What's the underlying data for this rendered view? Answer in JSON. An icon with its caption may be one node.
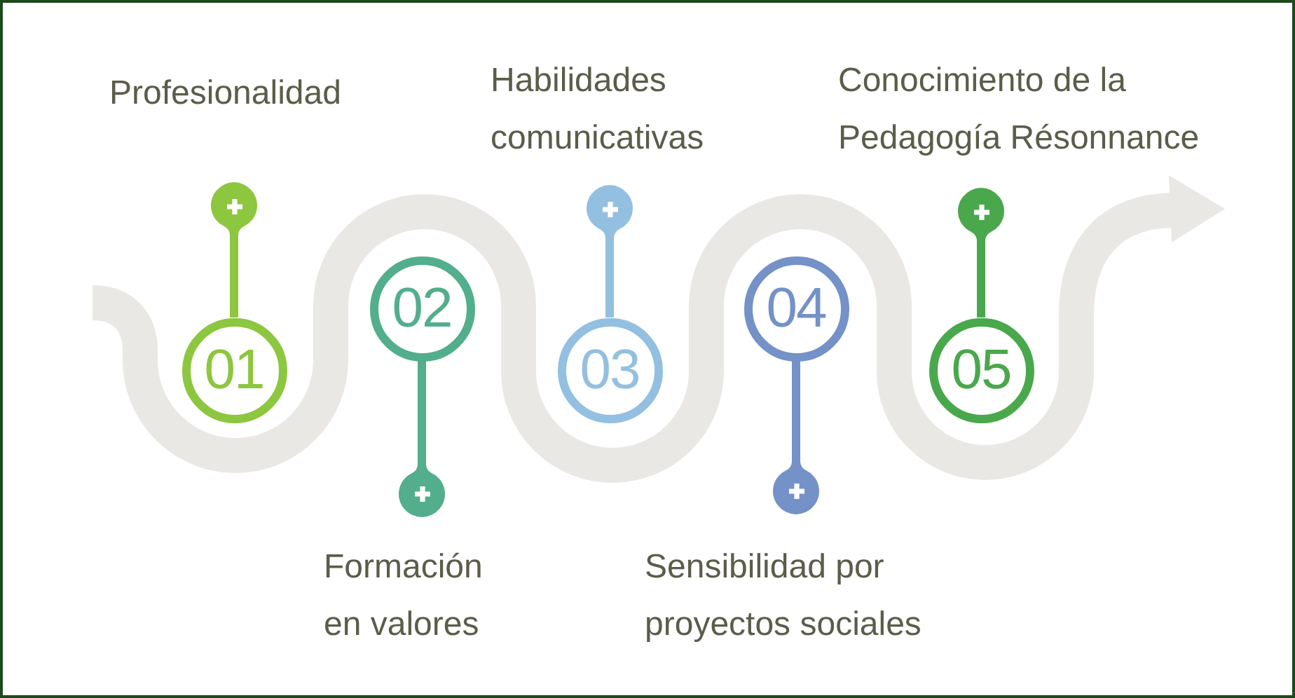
{
  "diagram": {
    "nodes": [
      {
        "text": [
          "01"
        ]
      },
      {
        "text": [
          "02"
        ]
      },
      {
        "text": [
          "03"
        ]
      },
      {
        "text": [
          "04"
        ]
      },
      {
        "text": [
          "05"
        ]
      },
      {
        "text": [],
        "shape": "circle",
        "beside": [
          "Profesionalidad"
        ]
      },
      {
        "text": [],
        "shape": "circle",
        "beside": [
          "Formación en valores"
        ]
      },
      {
        "text": [],
        "shape": "circle",
        "beside": [
          "Habilidades comunicativas"
        ]
      },
      {
        "text": [],
        "shape": "circle",
        "beside": [
          "Sensibilidad por proyectos sociales"
        ]
      },
      {
        "text": [],
        "shape": "circle",
        "beside": [
          "Conocimiento de la Pedagogía Résonnance"
        ]
      }
    ],
    "edges": [
      {
        "from": 0,
        "to": 5,
        "arrow": "none",
        "color": "#8dc63f"
      },
      {
        "from": 1,
        "to": 6,
        "arrow": "none",
        "color": "#52ae8c"
      },
      {
        "from": 2,
        "to": 7,
        "arrow": "none",
        "color": "#93c0e0"
      },
      {
        "from": 3,
        "to": 8,
        "arrow": "none",
        "color": "#7491c8"
      },
      {
        "from": 4,
        "to": 9,
        "arrow": "none",
        "color": "#49a84c"
      }
    ]
  }
}
